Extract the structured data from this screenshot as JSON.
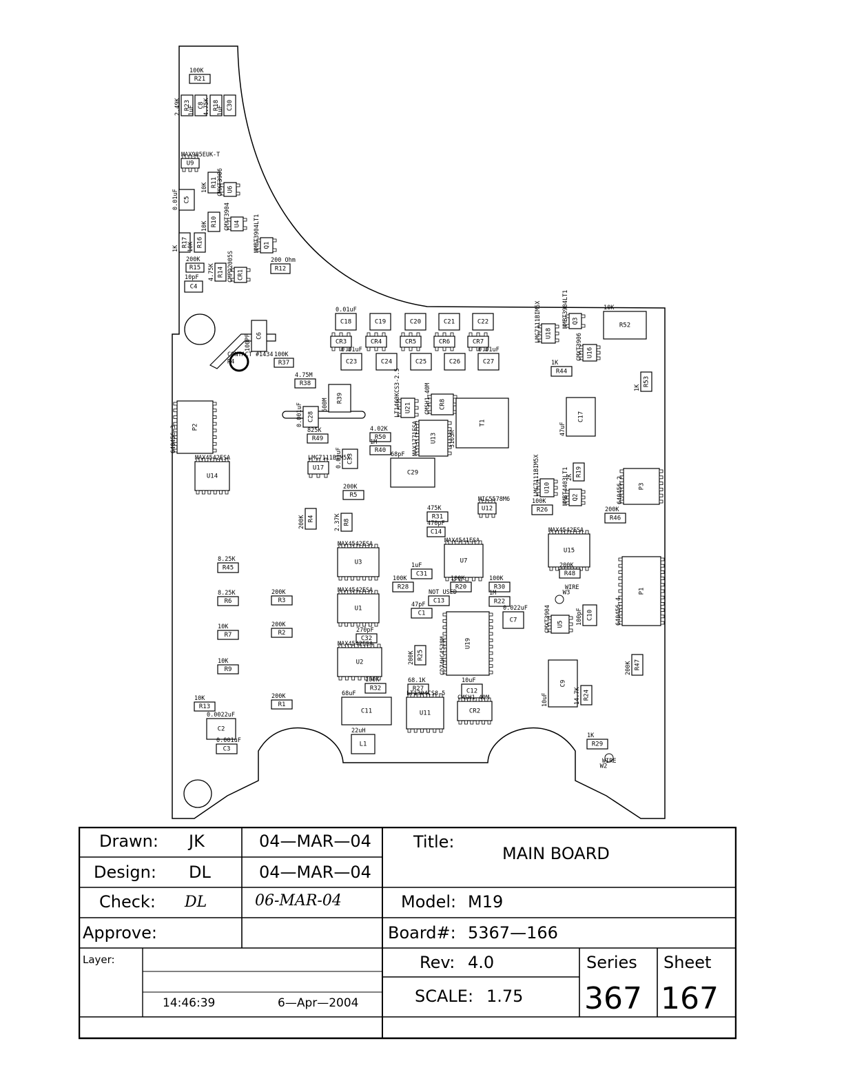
{
  "board": {
    "parts": [
      {
        "ref": "R21",
        "value": "100K"
      },
      {
        "ref": "R23",
        "value": "2.49K"
      },
      {
        "ref": "C8",
        "value": "1uF"
      },
      {
        "ref": "R18",
        "value": "4.75K"
      },
      {
        "ref": "C30",
        "value": "1uF"
      },
      {
        "ref": "U9",
        "value": "MAX985EUK-T"
      },
      {
        "ref": "R11",
        "value": "10K"
      },
      {
        "ref": "U6",
        "value": "CMXT3906"
      },
      {
        "ref": "C5",
        "value": "0.01uF"
      },
      {
        "ref": "R10",
        "value": "10K"
      },
      {
        "ref": "U4",
        "value": "CMXT3904"
      },
      {
        "ref": "Q1",
        "value": "MMBT3904LT1"
      },
      {
        "ref": "R17",
        "value": "1K"
      },
      {
        "ref": "R16",
        "value": "10K"
      },
      {
        "ref": "R15",
        "value": "200K"
      },
      {
        "ref": "R14",
        "value": "4.75K"
      },
      {
        "ref": "CR1",
        "value": "CMPD2005S"
      },
      {
        "ref": "R12",
        "value": "200 Ohm"
      },
      {
        "ref": "C4",
        "value": "10pF"
      },
      {
        "ref": "C6",
        "value": "100PF"
      },
      {
        "ref": "P4",
        "value": "CONTACT #1434"
      },
      {
        "ref": "C18",
        "value": "0.01uF"
      },
      {
        "ref": "C19",
        "value": ""
      },
      {
        "ref": "C20",
        "value": ""
      },
      {
        "ref": "C21",
        "value": ""
      },
      {
        "ref": "C22",
        "value": ""
      },
      {
        "ref": "CR3",
        "value": ""
      },
      {
        "ref": "CR4",
        "value": ""
      },
      {
        "ref": "CR5",
        "value": ""
      },
      {
        "ref": "CR6",
        "value": ""
      },
      {
        "ref": "CR7",
        "value": ""
      },
      {
        "ref": "C23",
        "value": "0.01uF"
      },
      {
        "ref": "C24",
        "value": ""
      },
      {
        "ref": "C25",
        "value": ""
      },
      {
        "ref": "C26",
        "value": ""
      },
      {
        "ref": "C27",
        "value": "0.01uF"
      },
      {
        "ref": "R37",
        "value": "100K"
      },
      {
        "ref": "R38",
        "value": "4.75M"
      },
      {
        "ref": "R39",
        "value": "500M"
      },
      {
        "ref": "C28",
        "value": "0.001uF"
      },
      {
        "ref": "P2",
        "value": "640456-3"
      },
      {
        "ref": "R49",
        "value": "825K"
      },
      {
        "ref": "R50",
        "value": "4.02K"
      },
      {
        "ref": "C33",
        "value": "0.01uF"
      },
      {
        "ref": "R40",
        "value": "1M"
      },
      {
        "ref": "U17",
        "value": "LMC7111BIM5X"
      },
      {
        "ref": "U14",
        "value": "MAX4542ESA"
      },
      {
        "ref": "U21",
        "value": "LT1460KCS3-2.5"
      },
      {
        "ref": "CR8",
        "value": "CMSH1-40M"
      },
      {
        "ref": "U13",
        "value": "MAX1771ESA"
      },
      {
        "ref": "T1",
        "value": "3103R"
      },
      {
        "ref": "C29",
        "value": "68pF"
      },
      {
        "ref": "U18",
        "value": "LMC7111BIM5X"
      },
      {
        "ref": "Q3",
        "value": "MMBT3904LT1"
      },
      {
        "ref": "U16",
        "value": "CMXT3906"
      },
      {
        "ref": "R44",
        "value": "1K"
      },
      {
        "ref": "R52",
        "value": "10K"
      },
      {
        "ref": "R53",
        "value": "1K"
      },
      {
        "ref": "C17",
        "value": "47uF"
      },
      {
        "ref": "R5",
        "value": "200K"
      },
      {
        "ref": "R4",
        "value": "200K"
      },
      {
        "ref": "R8",
        "value": "2.37K"
      },
      {
        "ref": "R31",
        "value": "475K"
      },
      {
        "ref": "C14",
        "value": "470pF"
      },
      {
        "ref": "U12",
        "value": "MIC5578M6"
      },
      {
        "ref": "U10",
        "value": "LMC7111BIM5X"
      },
      {
        "ref": "R26",
        "value": "100K"
      },
      {
        "ref": "Q2",
        "value": "MMBT4403LT1"
      },
      {
        "ref": "R19",
        "value": "2K"
      },
      {
        "ref": "P3",
        "value": "640456-2"
      },
      {
        "ref": "R46",
        "value": "200K"
      },
      {
        "ref": "U3",
        "value": "MAX4542ESA"
      },
      {
        "ref": "U7",
        "value": "MAX4541ESA"
      },
      {
        "ref": "U15",
        "value": "MAX4542ESA"
      },
      {
        "ref": "R48",
        "value": "200K"
      },
      {
        "ref": "P1",
        "value": "640456-4"
      },
      {
        "ref": "R45",
        "value": "8.25K"
      },
      {
        "ref": "C31",
        "value": "1uF"
      },
      {
        "ref": "R28",
        "value": "100K"
      },
      {
        "ref": "R20",
        "value": "100K"
      },
      {
        "ref": "R30",
        "value": "100K"
      },
      {
        "ref": "W3",
        "value": "WIRE"
      },
      {
        "ref": "C10",
        "value": "100pF"
      },
      {
        "ref": "R6",
        "value": "8.25K"
      },
      {
        "ref": "R3",
        "value": "200K"
      },
      {
        "ref": "U1",
        "value": "MAX4542ESA"
      },
      {
        "ref": "C13",
        "value": "NOT USED"
      },
      {
        "ref": "C1",
        "value": "47pF"
      },
      {
        "ref": "R22",
        "value": "1M"
      },
      {
        "ref": "C7",
        "value": "0.022uF"
      },
      {
        "ref": "U5",
        "value": "CMXT3904"
      },
      {
        "ref": "U19",
        "value": "CD74HC4538M"
      },
      {
        "ref": "R7",
        "value": "10K"
      },
      {
        "ref": "R2",
        "value": "200K"
      },
      {
        "ref": "C32",
        "value": "270pF"
      },
      {
        "ref": "U2",
        "value": "MAX4542ESA"
      },
      {
        "ref": "R25",
        "value": "200K"
      },
      {
        "ref": "R9",
        "value": "10K"
      },
      {
        "ref": "R32",
        "value": "100K"
      },
      {
        "ref": "R27",
        "value": "68.1K"
      },
      {
        "ref": "C12",
        "value": "10uF"
      },
      {
        "ref": "C9",
        "value": "10uF"
      },
      {
        "ref": "R24",
        "value": "14.7K"
      },
      {
        "ref": "R47",
        "value": "200K"
      },
      {
        "ref": "R13",
        "value": "10K"
      },
      {
        "ref": "R1",
        "value": "200K"
      },
      {
        "ref": "C11",
        "value": "68uF"
      },
      {
        "ref": "U11",
        "value": "LT1304CS8-5"
      },
      {
        "ref": "CR2",
        "value": "CMSH1-40M"
      },
      {
        "ref": "C2",
        "value": "0.0022uF"
      },
      {
        "ref": "C3",
        "value": "0.001uF"
      },
      {
        "ref": "L1",
        "value": "22uH"
      },
      {
        "ref": "R29",
        "value": "1K"
      },
      {
        "ref": "W2",
        "value": "WIRE"
      }
    ]
  },
  "title_block": {
    "drawn_label": "Drawn:",
    "drawn_by": "JK",
    "drawn_date": "04—MAR—04",
    "design_label": "Design:",
    "design_by": "DL",
    "design_date": "04—MAR—04",
    "check_label": "Check:",
    "check_by": "DL",
    "check_date": "06-MAR-04",
    "approve_label": "Approve:",
    "title_label": "Title:",
    "title": "MAIN BOARD",
    "model_label": "Model:",
    "model": "M19",
    "board_label": "Board#:",
    "board_no": "5367—166",
    "layer_label": "Layer:",
    "time": "14:46:39",
    "date": "6—Apr—2004",
    "rev_label": "Rev:",
    "rev": "4.0",
    "scale_label": "SCALE:",
    "scale": "1.75",
    "series_label": "Series",
    "series": "367",
    "sheet_label": "Sheet",
    "sheet": "167"
  }
}
